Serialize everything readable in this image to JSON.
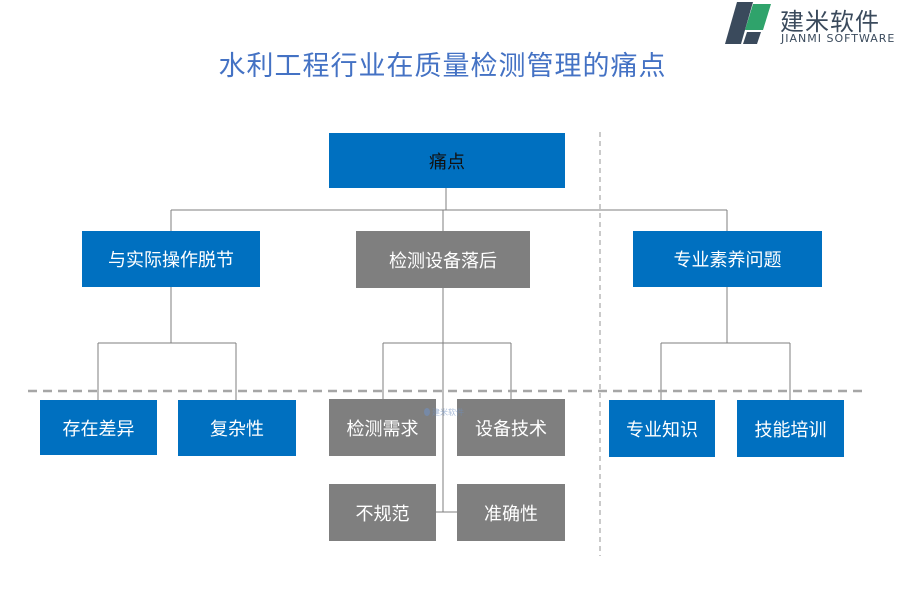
{
  "title": "水利工程行业在质量检测管理的痛点",
  "logo": {
    "name_cn": "建米软件",
    "name_en": "JIANMI SOFTWARE",
    "icon": "jianmi-logo-icon"
  },
  "watermark": {
    "text": "建米软件",
    "icon": "jianmi-logo-icon"
  },
  "colors": {
    "primary_box": "#0070c0",
    "secondary_box": "#7f7f7f",
    "title": "#4472c4",
    "connector": "#7f7f7f"
  },
  "diagram": {
    "root": "痛点",
    "branches": [
      {
        "label": "与实际操作脱节",
        "children": [
          "存在差异",
          "复杂性"
        ]
      },
      {
        "label": "检测设备落后",
        "children": [
          "检测需求",
          "设备技术",
          "不规范",
          "准确性"
        ]
      },
      {
        "label": "专业素养问题",
        "children": [
          "专业知识",
          "技能培训"
        ]
      }
    ]
  }
}
